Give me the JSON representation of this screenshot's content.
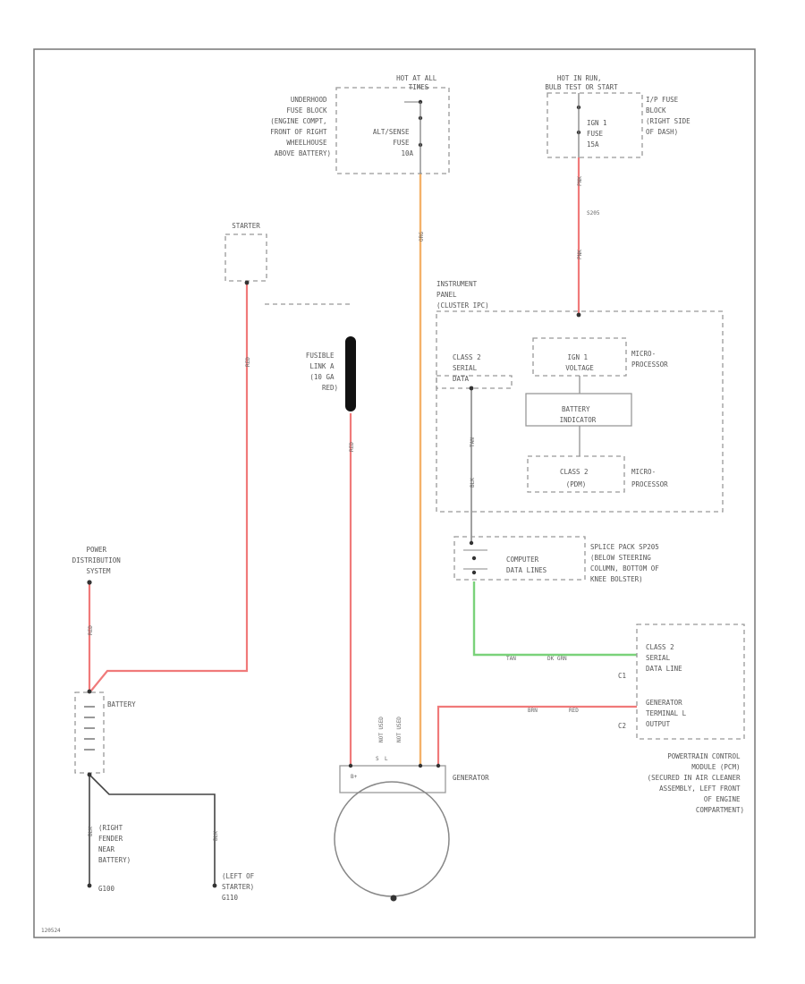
{
  "diagram": {
    "hot_at_all_times": [
      "HOT AT ALL",
      "TIMES"
    ],
    "hot_in_run": [
      "HOT IN RUN,",
      "BULB TEST OR START"
    ],
    "underhood_fuse_block": [
      "UNDERHOOD",
      "FUSE BLOCK",
      "(ENGINE COMPT,",
      "FRONT OF RIGHT",
      "WHEELHOUSE",
      "ABOVE BATTERY)"
    ],
    "alt_sense_fuse": [
      "ALT/SENSE",
      "FUSE",
      "10A"
    ],
    "ip_fuse_block": [
      "I/P FUSE",
      "BLOCK",
      "(RIGHT SIDE",
      "OF DASH)"
    ],
    "ign_fuse": [
      "IGN 1",
      "FUSE",
      "15A"
    ],
    "starter": "STARTER",
    "instrument_panel": [
      "INSTRUMENT",
      "PANEL",
      "(CLUSTER IPC)"
    ],
    "class2_serial_data": [
      "CLASS 2",
      "SERIAL",
      "DATA"
    ],
    "ign_voltage": [
      "IGN 1",
      "VOLTAGE"
    ],
    "micro_processor": [
      "MICRO-",
      "PROCESSOR"
    ],
    "battery_indicator": [
      "BATTERY",
      "INDICATOR"
    ],
    "class2_ipc": [
      "CLASS 2",
      "(PDM)"
    ],
    "fusible_link": [
      "FUSIBLE",
      "LINK A",
      "(10 GA",
      "RED)"
    ],
    "splice_pack": [
      "SPLICE PACK SP205",
      "(BELOW STEERING",
      "COLUMN, BOTTOM OF",
      "KNEE BOLSTER)"
    ],
    "computer_data_lines": [
      "COMPUTER",
      "DATA LINES"
    ],
    "power_distribution": [
      "POWER",
      "DISTRIBUTION",
      "SYSTEM"
    ],
    "battery": "BATTERY",
    "pcm_class2": [
      "CLASS 2",
      "SERIAL",
      "DATA LINE"
    ],
    "pcm_generator_terminal": [
      "GENERATOR",
      "TERMINAL L",
      "OUTPUT"
    ],
    "pcm_conn_c1": "C1",
    "pcm_conn_c2": "C2",
    "pcm": [
      "POWERTRAIN CONTROL",
      "MODULE (PCM)",
      "(SECURED IN AIR CLEANER",
      "ASSEMBLY, LEFT FRONT",
      "OF ENGINE",
      "COMPARTMENT)"
    ],
    "generator": "GENERATOR",
    "not_used": [
      "NOT USED",
      "NOT USED"
    ],
    "ground_g100": [
      "(RIGHT",
      "FENDER",
      "NEAR",
      "BATTERY)",
      "G100"
    ],
    "ground_g110": [
      "(LEFT OF",
      "STARTER)",
      "G110"
    ],
    "footer_code": "120524",
    "wire_s205": "S205",
    "wire_labels": {
      "pnk": "PNK",
      "org": "ORG",
      "red": "RED",
      "blk": "BLK",
      "tan": "TAN",
      "grn": "DK GRN",
      "brn": "BRN"
    }
  },
  "colors": {
    "red_wire": "#f07a7a",
    "orange_wire": "#f4b26a",
    "green_wire": "#7ad27a",
    "black_wire": "#444444",
    "dashed_box": "#999999"
  }
}
